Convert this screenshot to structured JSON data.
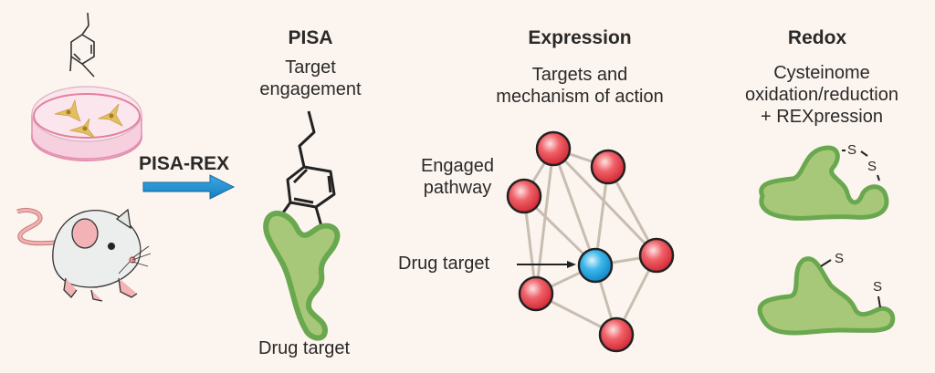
{
  "left": {
    "arrow_label": "PISA-REX",
    "inputs": [
      "cell-culture-dish",
      "mouse"
    ]
  },
  "pisa": {
    "title": "PISA",
    "subtitle_lines": [
      "Target",
      "engagement"
    ],
    "protein_label": "Drug target"
  },
  "expression": {
    "title": "Expression",
    "subtitle_lines": [
      "Targets and",
      "mechanism of action"
    ],
    "pathway_label_lines": [
      "Engaged",
      "pathway"
    ],
    "drug_target_label": "Drug target"
  },
  "redox": {
    "title": "Redox",
    "subtitle_lines": [
      "Cysteinome",
      "oxidation/reduction",
      "+ REXpression"
    ],
    "oxidized_atoms": [
      "S",
      "S"
    ],
    "reduced_atoms": [
      "S",
      "S"
    ]
  },
  "colors": {
    "background": "#fcf4ee",
    "arrow": "#1e8fcf",
    "protein_fill": "#a7c878",
    "protein_stroke": "#6aa84f",
    "node_red": "#e8414a",
    "node_blue": "#2aa7e0",
    "edge": "#c8bdb2"
  }
}
